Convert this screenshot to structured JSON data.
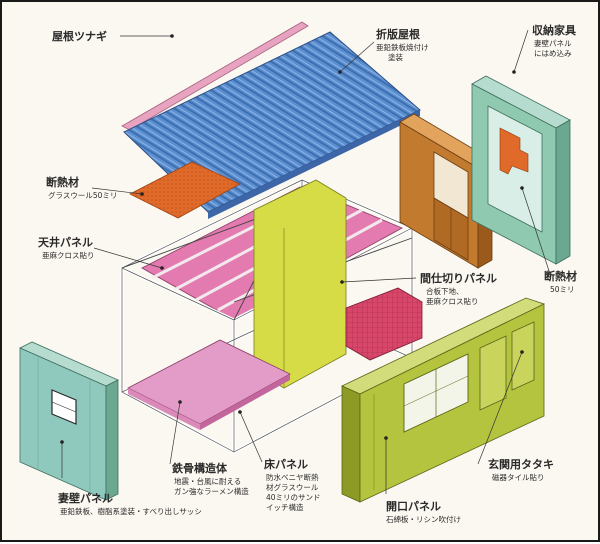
{
  "labels": {
    "roof_ridge": {
      "title": "屋根ツナギ"
    },
    "folded_roof": {
      "title": "折版屋根",
      "sub1": "亜鉛鉄板焼付け",
      "sub2": "塗装"
    },
    "storage": {
      "title": "収納家具",
      "sub1": "妻壁パネル",
      "sub2": "にはめ込み"
    },
    "insulation_top": {
      "title": "断熱材",
      "sub1": "グラスウール50ミリ"
    },
    "ceiling": {
      "title": "天井パネル",
      "sub1": "亜麻クロス貼り"
    },
    "partition": {
      "title": "間仕切りパネル",
      "sub1": "合板下地、",
      "sub2": "亜麻クロス貼り"
    },
    "insulation_right": {
      "title": "断熱材",
      "sub1": "50ミリ"
    },
    "gable_wall": {
      "title": "妻壁パネル",
      "sub1": "亜鉛鉄板、樹脂系塗装・すべり出しサッシ"
    },
    "steel_frame": {
      "title": "鉄骨構造体",
      "sub1": "地震・台風に耐える",
      "sub2": "ガン強なラーメン構造"
    },
    "floor": {
      "title": "床パネル",
      "sub1": "防水ベニヤ断熱",
      "sub2": "材グラスウール",
      "sub3": "40ミリのサンド",
      "sub4": "イッチ構造"
    },
    "opening": {
      "title": "開口パネル",
      "sub1": "石綿板・リシン吹付け"
    },
    "entrance": {
      "title": "玄関用タタキ",
      "sub1": "磁器タイル貼り"
    }
  },
  "colors": {
    "roof_blue": "#5b8fd0",
    "ridge_pink": "#e8a3c0",
    "insulation_orange": "#e06a2a",
    "ceiling_pink": "#e37bb0",
    "partition_yellow": "#d6dc46",
    "gable_teal": "#8fc9bd",
    "floor_pink": "#e39bc8",
    "opening_green": "#b4c43e",
    "storage_brown": "#c27a2e",
    "storage_teal": "#8fc9b0",
    "tile_red": "#d8476a"
  }
}
